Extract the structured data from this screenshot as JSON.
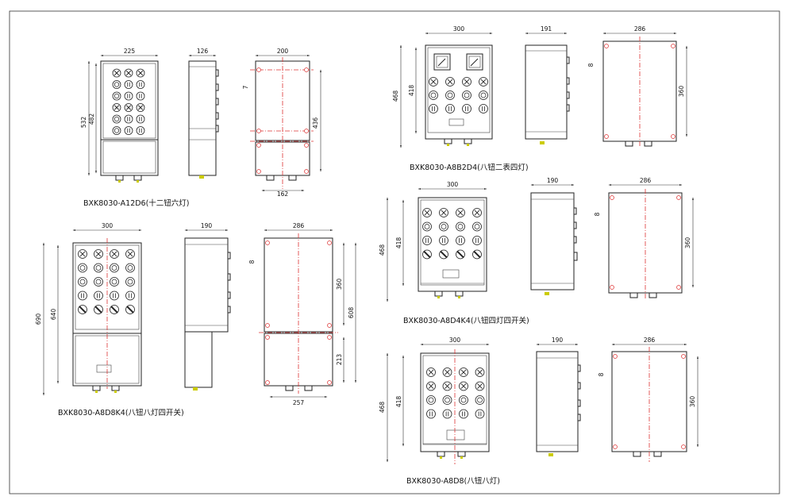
{
  "colors": {
    "line": "#222222",
    "center_line": "#dd3333",
    "background": "#ffffff"
  },
  "icons": [
    "button-icon",
    "indicator-lamp-icon",
    "switch-knob-icon",
    "meter-icon",
    "mounting-hole-icon",
    "cable-gland-icon"
  ],
  "models": [
    {
      "caption": "BXK8030-A12D6(十二钮六灯)",
      "front_width": "225",
      "front_height": "532",
      "front_inner": "482",
      "side_depth": "126",
      "back_width": "200",
      "back_hole_height": "436",
      "back_offset": "7",
      "back_bottom": "162"
    },
    {
      "caption": "BXK8030-A8B2D4(八钮二表四灯)",
      "front_width": "300",
      "front_height": "468",
      "front_inner": "418",
      "side_depth": "191",
      "back_width": "286",
      "back_hole_height": "360",
      "back_offset": "8"
    },
    {
      "caption": "BXK8030-A8D8K4(八钮八灯四开关)",
      "front_width": "300",
      "front_height": "690",
      "front_inner": "640",
      "side_depth": "190",
      "back_width": "286",
      "back_hole_upper": "360",
      "back_hole_total": "608",
      "back_hole_lower": "213",
      "back_offset": "8",
      "back_bottom": "257"
    },
    {
      "caption": "BXK8030-A8D4K4(八钮四灯四开关)",
      "front_width": "300",
      "front_height": "468",
      "front_inner": "418",
      "side_depth": "190",
      "back_width": "286",
      "back_hole_height": "360",
      "back_offset": "8"
    },
    {
      "caption": "BXK8030-A8D8(八钮八灯)",
      "front_width": "300",
      "front_height": "468",
      "front_inner": "418",
      "side_depth": "190",
      "back_width": "286",
      "back_hole_height": "360",
      "back_offset": "8"
    }
  ]
}
